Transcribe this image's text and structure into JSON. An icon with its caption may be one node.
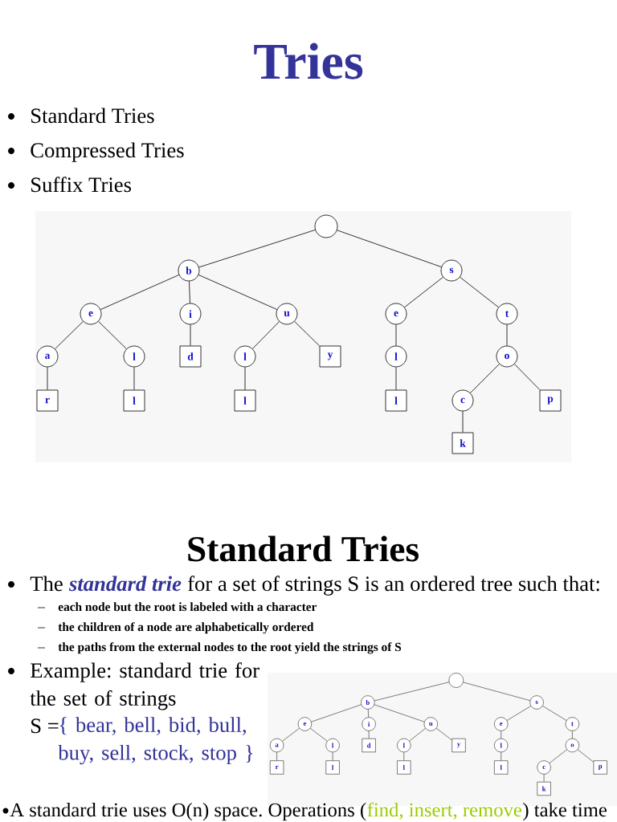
{
  "diagram": {
    "title": "Tries",
    "nodes": [
      {
        "text": [],
        "shape": "circle"
      },
      {
        "text": [
          "b"
        ]
      },
      {
        "text": [
          "s"
        ]
      },
      {
        "text": [
          "e"
        ]
      },
      {
        "text": [
          "i"
        ]
      },
      {
        "text": [
          "u"
        ]
      },
      {
        "text": [
          "e"
        ]
      },
      {
        "text": [
          "t"
        ]
      },
      {
        "text": [
          "a"
        ]
      },
      {
        "text": [
          "l"
        ]
      },
      {
        "text": [
          "d"
        ]
      },
      {
        "text": [
          "l"
        ]
      },
      {
        "text": [
          "y"
        ]
      },
      {
        "text": [
          "l"
        ]
      },
      {
        "text": [
          "o"
        ]
      },
      {
        "text": [
          "r"
        ]
      },
      {
        "text": [
          "l"
        ]
      },
      {
        "text": [
          "l"
        ]
      },
      {
        "text": [
          "l"
        ]
      },
      {
        "text": [
          "c"
        ]
      },
      {
        "text": [
          "p"
        ]
      },
      {
        "text": [
          "k"
        ]
      },
      {
        "text": [],
        "shape": "circle"
      },
      {
        "text": [
          "b"
        ]
      },
      {
        "text": [
          "s"
        ]
      },
      {
        "text": [
          "e"
        ]
      },
      {
        "text": [
          "i"
        ]
      },
      {
        "text": [
          "u"
        ]
      },
      {
        "text": [
          "e"
        ]
      },
      {
        "text": [
          "t"
        ]
      },
      {
        "text": [
          "a"
        ]
      },
      {
        "text": [
          "l"
        ]
      },
      {
        "text": [
          "d"
        ]
      },
      {
        "text": [
          "l"
        ]
      },
      {
        "text": [
          "y"
        ]
      },
      {
        "text": [
          "l"
        ]
      },
      {
        "text": [
          "o"
        ]
      },
      {
        "text": [
          "r"
        ]
      },
      {
        "text": [
          "l"
        ]
      },
      {
        "text": [
          "l"
        ]
      },
      {
        "text": [
          "l"
        ]
      },
      {
        "text": [
          "c"
        ]
      },
      {
        "text": [
          "p"
        ]
      },
      {
        "text": [
          "k"
        ]
      }
    ],
    "edges": [
      {
        "from": 0,
        "to": 1,
        "arrow": "none"
      },
      {
        "from": 0,
        "to": 2,
        "arrow": "none"
      },
      {
        "from": 1,
        "to": 3,
        "arrow": "none"
      },
      {
        "from": 1,
        "to": 4,
        "arrow": "none"
      },
      {
        "from": 1,
        "to": 5,
        "arrow": "none"
      },
      {
        "from": 2,
        "to": 6,
        "arrow": "none"
      },
      {
        "from": 2,
        "to": 7,
        "arrow": "none"
      },
      {
        "from": 3,
        "to": 8,
        "arrow": "none"
      },
      {
        "from": 3,
        "to": 9,
        "arrow": "none"
      },
      {
        "from": 4,
        "to": 10,
        "arrow": "none"
      },
      {
        "from": 5,
        "to": 11,
        "arrow": "none"
      },
      {
        "from": 5,
        "to": 12,
        "arrow": "none"
      },
      {
        "from": 6,
        "to": 13,
        "arrow": "none"
      },
      {
        "from": 7,
        "to": 14,
        "arrow": "none"
      },
      {
        "from": 8,
        "to": 15,
        "arrow": "none"
      },
      {
        "from": 9,
        "to": 16,
        "arrow": "none"
      },
      {
        "from": 11,
        "to": 17,
        "arrow": "none"
      },
      {
        "from": 13,
        "to": 18,
        "arrow": "none"
      },
      {
        "from": 14,
        "to": 19,
        "arrow": "none"
      },
      {
        "from": 14,
        "to": 20,
        "arrow": "none"
      },
      {
        "from": 19,
        "to": 21,
        "arrow": "none"
      },
      {
        "from": 22,
        "to": 23,
        "arrow": "none"
      },
      {
        "from": 22,
        "to": 24,
        "arrow": "none"
      },
      {
        "from": 23,
        "to": 25,
        "arrow": "none"
      },
      {
        "from": 23,
        "to": 26,
        "arrow": "none"
      },
      {
        "from": 23,
        "to": 27,
        "arrow": "none"
      },
      {
        "from": 24,
        "to": 28,
        "arrow": "none"
      },
      {
        "from": 24,
        "to": 29,
        "arrow": "none"
      },
      {
        "from": 25,
        "to": 30,
        "arrow": "none"
      },
      {
        "from": 25,
        "to": 31,
        "arrow": "none"
      },
      {
        "from": 26,
        "to": 32,
        "arrow": "none"
      },
      {
        "from": 27,
        "to": 33,
        "arrow": "none"
      },
      {
        "from": 27,
        "to": 34,
        "arrow": "none"
      },
      {
        "from": 28,
        "to": 35,
        "arrow": "none"
      },
      {
        "from": 29,
        "to": 36,
        "arrow": "none"
      },
      {
        "from": 30,
        "to": 37,
        "arrow": "none"
      },
      {
        "from": 31,
        "to": 38,
        "arrow": "none"
      },
      {
        "from": 33,
        "to": 39,
        "arrow": "none"
      },
      {
        "from": 35,
        "to": 40,
        "arrow": "none"
      },
      {
        "from": 36,
        "to": 41,
        "arrow": "none"
      },
      {
        "from": 36,
        "to": 42,
        "arrow": "none"
      },
      {
        "from": 41,
        "to": 43,
        "arrow": "none"
      }
    ],
    "labels": [
      "Standard Tries",
      "Compressed Tries",
      "Suffix Tries",
      "Standard Tries",
      "The",
      "standard trie",
      "for a set of strings S is an ordered tree such that:",
      "each node but the root is labeled with a character",
      "the children of a node are alphabetically ordered",
      "the paths from the external nodes to the root yield the strings of S",
      "Example: standard trie for the set of strings",
      "S =",
      "{ bear, bell, bid, bull, buy, sell, stock, stop }",
      "A standard trie uses O(n) space. Operations (",
      "find, insert, remove",
      ") take time"
    ]
  }
}
